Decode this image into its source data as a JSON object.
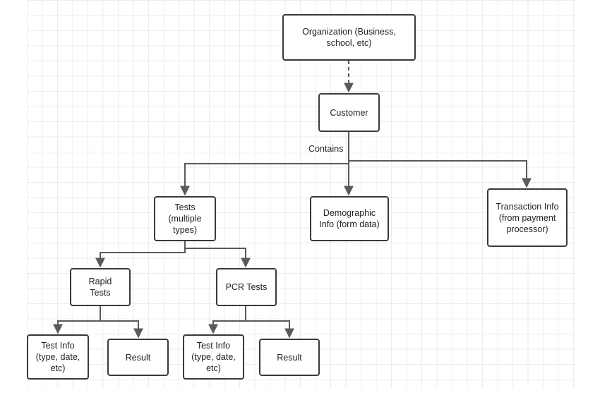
{
  "diagram": {
    "nodes": {
      "organization": "Organization (Business,\nschool, etc)",
      "customer": "Customer",
      "tests": "Tests\n(multiple\ntypes)",
      "demographic": "Demographic\nInfo (form data)",
      "transaction": "Transaction Info\n(from payment\nprocessor)",
      "rapid_tests": "Rapid\nTests",
      "pcr_tests": "PCR Tests",
      "rapid_test_info": "Test Info\n(type, date,\netc)",
      "rapid_result": "Result",
      "pcr_test_info": "Test Info\n(type, date,\netc)",
      "pcr_result": "Result"
    },
    "edge_labels": {
      "contains": "Contains"
    },
    "colors": {
      "border": "#3a3a3a",
      "connector": "#5a5a5a",
      "grid": "#ececec"
    }
  }
}
